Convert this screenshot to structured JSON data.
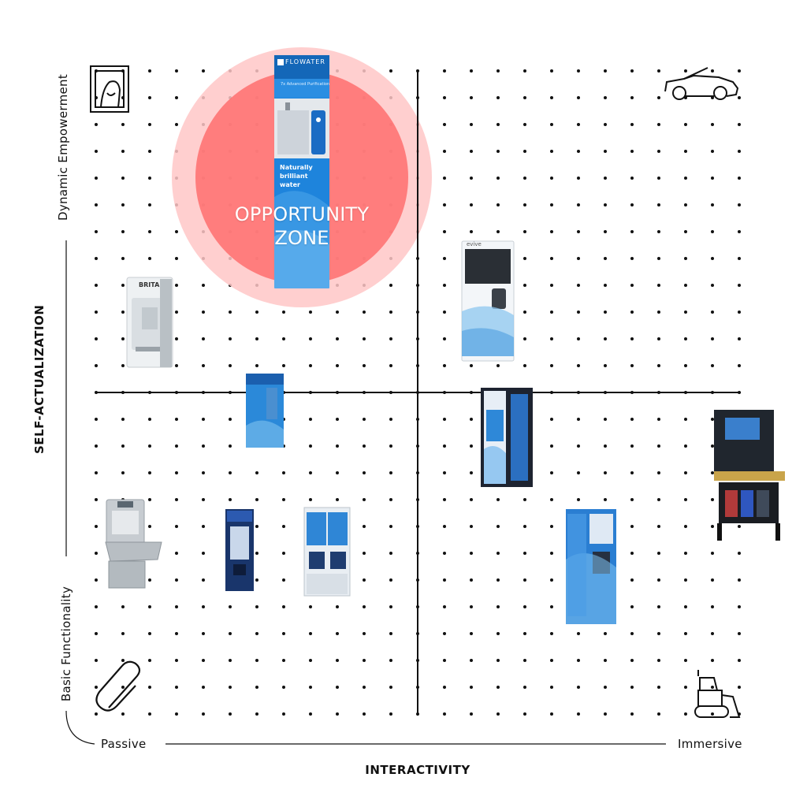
{
  "y_axis": {
    "title": "SELF-ACTUALIZATION",
    "top_label": "Dynamic Empowerment",
    "bottom_label": "Basic Functionality"
  },
  "x_axis": {
    "title": "INTERACTIVITY",
    "left_label": "Passive",
    "right_label": "Immersive"
  },
  "highlight": {
    "label_line1": "OPPORTUNITY",
    "label_line2": "ZONE",
    "color": "#ff6b6b"
  },
  "corner_icons": {
    "top_left": "framed-portrait-icon",
    "top_right": "convertible-car-icon",
    "bottom_left": "paperclip-icon",
    "bottom_right": "bulldozer-icon"
  },
  "products": {
    "flowater": {
      "brand": "FLOWATER",
      "tagline": "Naturally brilliant water",
      "small_text": "7x Advanced Purification"
    },
    "brita": {
      "brand": "BRITA"
    },
    "evive": {
      "brand": "evive"
    },
    "hydro_wall": {
      "brand": ""
    },
    "vending_a": {
      "brand": ""
    },
    "vending_b": {
      "brand": ""
    },
    "vending_c": {
      "brand": ""
    },
    "vending_d": {
      "brand": ""
    },
    "sport_station": {
      "brand": ""
    },
    "fountain": {
      "brand": ""
    }
  },
  "colors": {
    "dots": "#111111",
    "zone_outer": "#ffc6c6",
    "zone_inner": "#ff6b6b",
    "water_blue": "#1f7fd8"
  }
}
